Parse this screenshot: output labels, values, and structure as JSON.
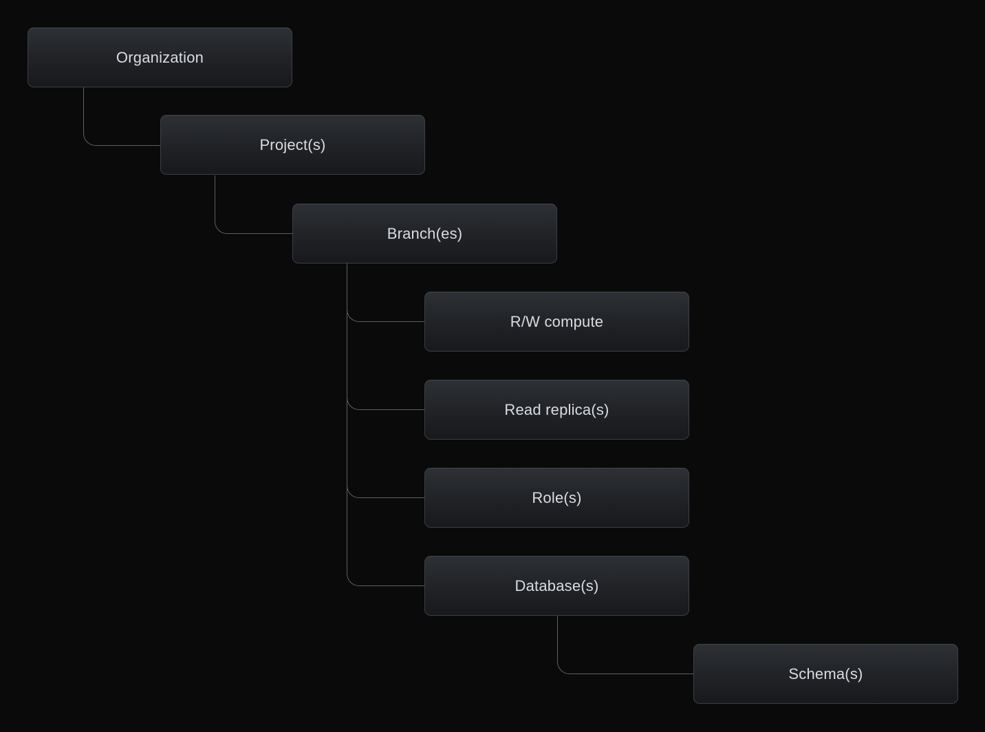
{
  "diagram": {
    "type": "tree",
    "colors": {
      "background": "#0a0a0b",
      "node_fill_top": "#2d3034",
      "node_fill_bottom": "#17191c",
      "node_border": "#3d4045",
      "connector_line": "#5d6064",
      "label_text": "#d9dce0"
    },
    "nodes": [
      {
        "id": "organization",
        "label": "Organization"
      },
      {
        "id": "projects",
        "label": "Project(s)"
      },
      {
        "id": "branches",
        "label": "Branch(es)"
      },
      {
        "id": "rw-compute",
        "label": "R/W compute"
      },
      {
        "id": "read-replicas",
        "label": "Read replica(s)"
      },
      {
        "id": "roles",
        "label": "Role(s)"
      },
      {
        "id": "databases",
        "label": "Database(s)"
      },
      {
        "id": "schemas",
        "label": "Schema(s)"
      }
    ],
    "edges": [
      {
        "from": "organization",
        "to": "projects"
      },
      {
        "from": "projects",
        "to": "branches"
      },
      {
        "from": "branches",
        "to": "rw-compute"
      },
      {
        "from": "branches",
        "to": "read-replicas"
      },
      {
        "from": "branches",
        "to": "roles"
      },
      {
        "from": "branches",
        "to": "databases"
      },
      {
        "from": "databases",
        "to": "schemas"
      }
    ]
  }
}
